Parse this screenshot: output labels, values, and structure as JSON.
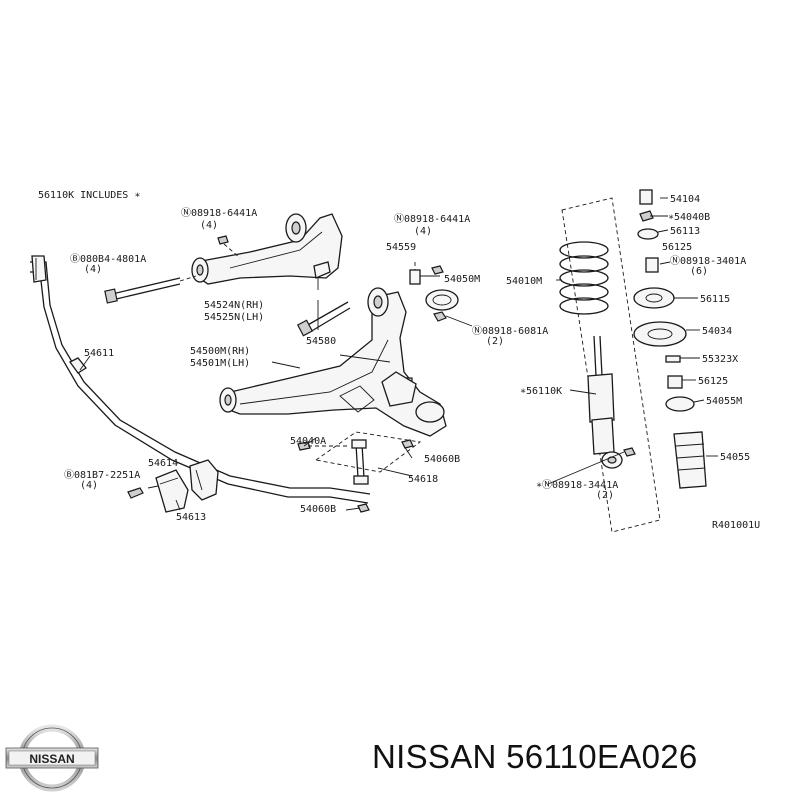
{
  "labels": {
    "includes": "56110K INCLUDES ∗",
    "n_6441a_upper": "Ⓝ08918-6441A",
    "qty4_upper": "(4)",
    "b_4801a": "Ⓑ080B4-4801A",
    "qty4_b": "(4)",
    "arm_rh": "54524N(RH)",
    "arm_lh": "54525N(LH)",
    "n_6441a_mid": "Ⓝ08918-6441A",
    "qty4_mid": "(4)",
    "p54559": "54559",
    "p54050m": "54050M",
    "p54580": "54580",
    "n_6081a": "Ⓝ08918-6081A",
    "qty2_6081": "(2)",
    "p54611": "54611",
    "lower_rh": "54500M(RH)",
    "lower_lh": "54501M(LH)",
    "p54040a": "54040A",
    "p54060b_a": "54060B",
    "p54614": "54614",
    "b_2251a": "Ⓑ081B7-2251A",
    "qty4_2251": "(4)",
    "p54618": "54618",
    "p54613": "54613",
    "p54060b_b": "54060B",
    "p54010m": "54010M",
    "p56110k": "∗56110K",
    "n_3441a": "∗Ⓝ08918-3441A",
    "qty2_3441": "(2)",
    "p54104": "54104",
    "p54040b": "∗54040B",
    "p56113": "56113",
    "p56125_top": "56125",
    "n_3401a": "Ⓝ08918-3401A",
    "qty6_3401": "(6)",
    "p56115": "56115",
    "p54034": "54034",
    "p55323x": "55323X",
    "p56125_bot": "56125",
    "p54055m": "54055M",
    "p54055": "54055",
    "ref_code": "R401001U"
  },
  "brand": {
    "logo_text": "NISSAN",
    "title": "NISSAN 56110EA026"
  }
}
